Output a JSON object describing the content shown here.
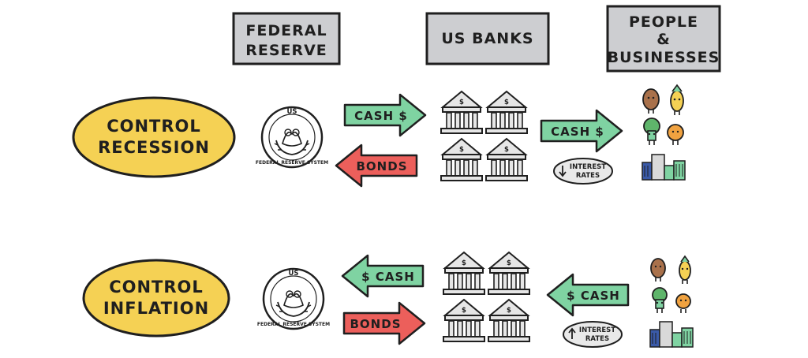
{
  "headers": {
    "federal_reserve": [
      "FEDERAL",
      "RESERVE"
    ],
    "us_banks": "US BANKS",
    "people": [
      "PEOPLE",
      "&",
      "BUSINESSES"
    ]
  },
  "rows": [
    {
      "label": [
        "CONTROL",
        "RECESSION"
      ],
      "fed_to_banks": "CASH $",
      "banks_to_fed": "BONDS",
      "banks_to_people": "CASH $",
      "interest_note": [
        "INTEREST",
        "RATES"
      ],
      "interest_direction": "down"
    },
    {
      "label": [
        "CONTROL",
        "INFLATION"
      ],
      "banks_to_fed": "$ CASH",
      "fed_to_banks": "BONDS",
      "people_to_banks": "$ CASH",
      "interest_note": [
        "INTEREST",
        "RATES"
      ],
      "interest_direction": "up"
    }
  ],
  "seal": {
    "top": "US",
    "ring": "FEDERAL RESERVE SYSTEM"
  },
  "bank_symbol": "$",
  "colors": {
    "header_fill": "#cdced1",
    "pill_fill": "#f5d154",
    "cash_green": "#7fd3a2",
    "bonds_red": "#ec5f5b",
    "ink": "#1f1f1f"
  }
}
